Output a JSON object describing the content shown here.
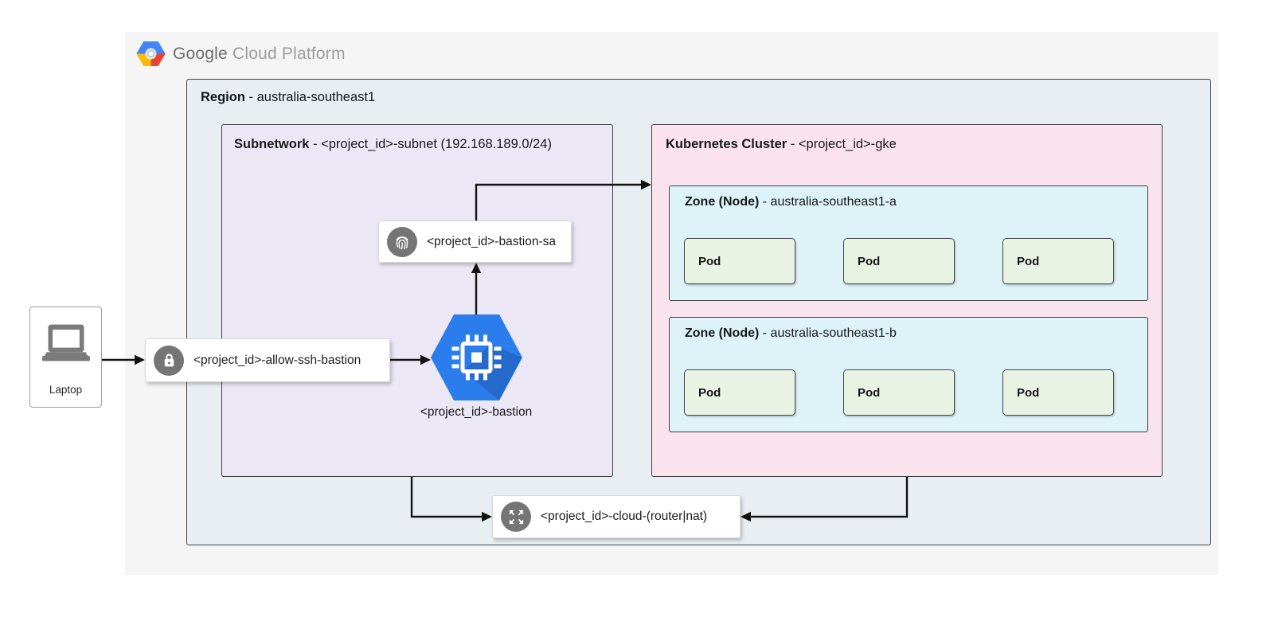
{
  "brand": {
    "primary": "Google",
    "secondary": "Cloud Platform"
  },
  "laptop": {
    "label": "Laptop"
  },
  "region": {
    "name": "Region",
    "detail": " - australia-southeast1"
  },
  "subnetwork": {
    "name": "Subnetwork",
    "detail": " - <project_id>-subnet (192.168.189.0/24)"
  },
  "firewall_rule": {
    "label": "<project_id>-allow-ssh-bastion"
  },
  "bastion_host": {
    "label": "<project_id>-bastion"
  },
  "service_account": {
    "label": "<project_id>-bastion-sa"
  },
  "cloud_router_nat": {
    "label": "<project_id>-cloud-(router|nat)"
  },
  "kubernetes_cluster": {
    "name": "Kubernetes Cluster",
    "detail": " - <project_id>-gke",
    "zones": [
      {
        "name": "Zone (Node)",
        "detail": " - australia-southeast1-a",
        "pods": [
          "Pod",
          "Pod",
          "Pod"
        ]
      },
      {
        "name": "Zone (Node)",
        "detail": " - australia-southeast1-b",
        "pods": [
          "Pod",
          "Pod",
          "Pod"
        ]
      }
    ]
  },
  "colors": {
    "canvas": "#f5f5f5",
    "region_bg": "#e9eef2",
    "subnetwork_bg": "#ece7f5",
    "cluster_bg": "#fbe3ed",
    "zone_bg": "#def3f8",
    "pod_bg": "#e9f3e4",
    "icon_gray": "#757575",
    "bastion_blue": "#2b7cec",
    "logo_blue": "#4285f4",
    "logo_red": "#ea4335",
    "logo_yellow": "#fbbc05"
  }
}
